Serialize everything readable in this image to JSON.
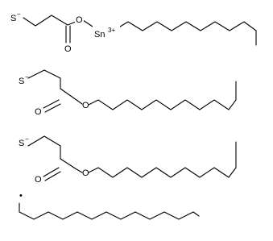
{
  "structure": {
    "ligand_1": {
      "thiolate": {
        "symbol": "S",
        "charge": "−"
      },
      "carbonyl_oxygen": "O",
      "ester_oxygen": "O"
    },
    "tin": {
      "symbol": "Sn",
      "charge": "3+"
    },
    "ligand_2": {
      "thiolate": {
        "symbol": "S",
        "charge": "−"
      },
      "carbonyl_oxygen": "O",
      "ester_oxygen": "O"
    },
    "ligand_3": {
      "thiolate": {
        "symbol": "S",
        "charge": "−"
      },
      "carbonyl_oxygen": "O",
      "ester_oxygen": "O"
    },
    "radical": {
      "marker": "•"
    }
  }
}
